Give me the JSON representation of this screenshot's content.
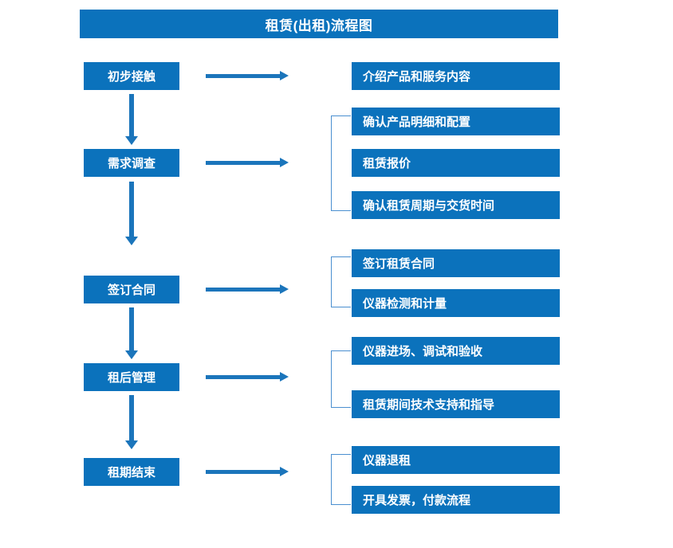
{
  "header": {
    "title": "租赁(出租)流程图",
    "bar_color": "#0B72BC"
  },
  "theme": {
    "box_fill": "#0B72BC",
    "box_text": "#FFFFFF",
    "arrow_color": "#1B75BB",
    "bracket_color": "#4A8FD0",
    "background": "#FFFFFF"
  },
  "flow": {
    "stages": [
      {
        "id": "stage-1",
        "label": "初步接触",
        "details": [
          "介绍产品和服务内容"
        ],
        "has_bracket": false
      },
      {
        "id": "stage-2",
        "label": "需求调查",
        "details": [
          "确认产品明细和配置",
          "租赁报价",
          "确认租赁周期与交货时间"
        ],
        "has_bracket": true
      },
      {
        "id": "stage-3",
        "label": "签订合同",
        "details": [
          "签订租赁合同",
          "仪器检测和计量"
        ],
        "has_bracket": true
      },
      {
        "id": "stage-4",
        "label": "租后管理",
        "details": [
          "仪器进场、调试和验收",
          "租赁期间技术支持和指导"
        ],
        "has_bracket": true
      },
      {
        "id": "stage-5",
        "label": "租期结束",
        "details": [
          "仪器退租",
          "开具发票，付款流程"
        ],
        "has_bracket": true
      }
    ],
    "connectors": {
      "down_arrow_count": 4,
      "right_arrow_count": 5
    }
  }
}
